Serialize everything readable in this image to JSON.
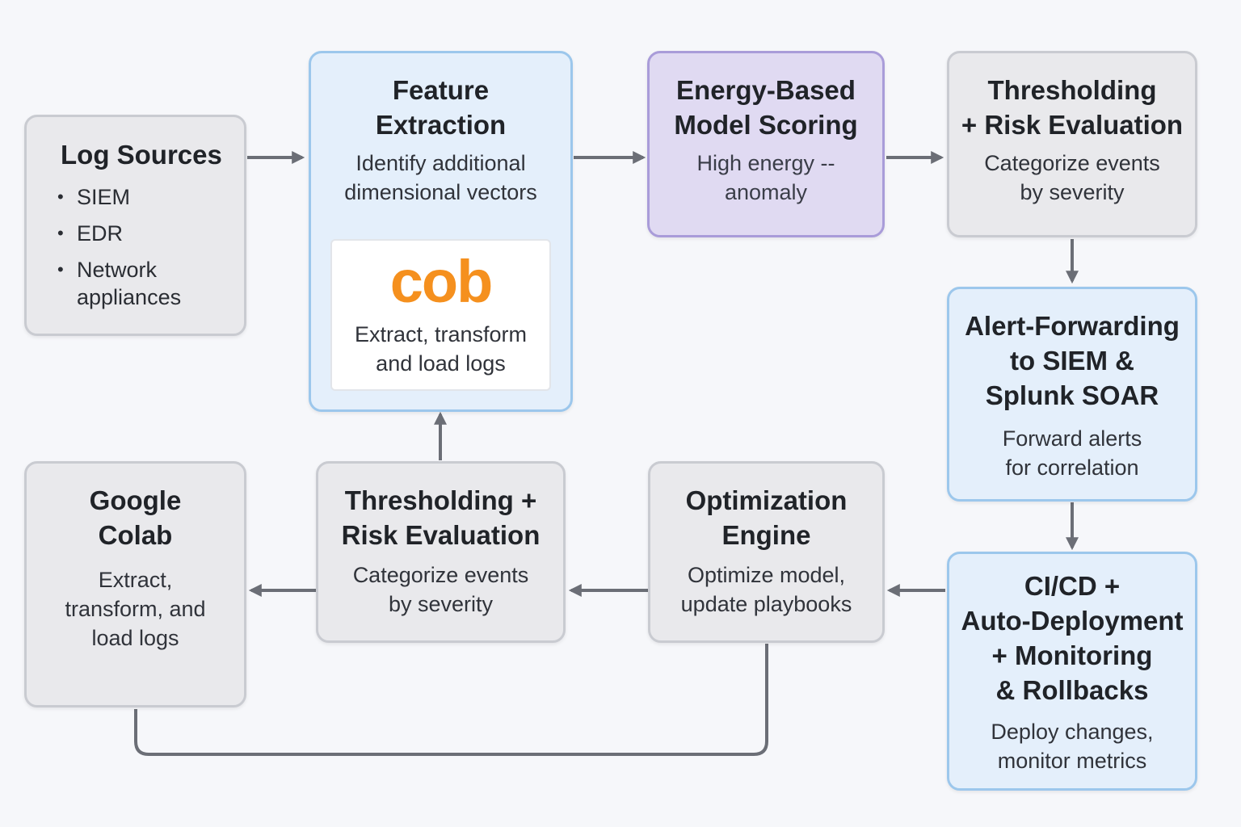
{
  "log_sources": {
    "title": "Log Sources",
    "items": [
      "SIEM",
      "EDR",
      "Network appliances"
    ]
  },
  "feature_extraction": {
    "title_lines": [
      "Feature",
      "Extraction"
    ],
    "desc_lines": [
      "Identify additional",
      "dimensional vectors"
    ],
    "logo_text": "cob",
    "inner_lines": [
      "Extract, transform",
      "and load logs"
    ]
  },
  "energy_model": {
    "title_lines": [
      "Energy-Based",
      "Model Scoring"
    ],
    "desc_lines": [
      "High energy --",
      "anomaly"
    ]
  },
  "threshold_top": {
    "title_lines": [
      "Thresholding",
      "+ Risk Evaluation"
    ],
    "desc_lines": [
      "Categorize events",
      "by severity"
    ]
  },
  "alert_forwarding": {
    "title_lines": [
      "Alert-Forwarding",
      "to SIEM &",
      "Splunk SOAR"
    ],
    "desc_lines": [
      "Forward alerts",
      "for correlation"
    ]
  },
  "cicd": {
    "title_lines": [
      "CI/CD +",
      "Auto-Deployment",
      "+ Monitoring",
      "& Rollbacks"
    ],
    "desc_lines": [
      "Deploy changes,",
      "monitor metrics"
    ]
  },
  "optimization": {
    "title_lines": [
      "Optimization",
      "Engine"
    ],
    "desc_lines": [
      "Optimize model,",
      "update playbooks"
    ]
  },
  "threshold_bottom": {
    "title_lines": [
      "Thresholding +",
      "Risk Evaluation"
    ],
    "desc_lines": [
      "Categorize events",
      "by severity"
    ]
  },
  "google_colab": {
    "title_lines": [
      "Google",
      "Colab"
    ],
    "desc_lines": [
      "Extract,",
      "transform, and",
      "load logs"
    ]
  },
  "colors": {
    "blue_fill": "#e4effb",
    "purple_fill": "#e0daf2",
    "gray_fill": "#e9e9ec",
    "arrow": "#6b6e76",
    "logo_orange": "#f5901e"
  }
}
